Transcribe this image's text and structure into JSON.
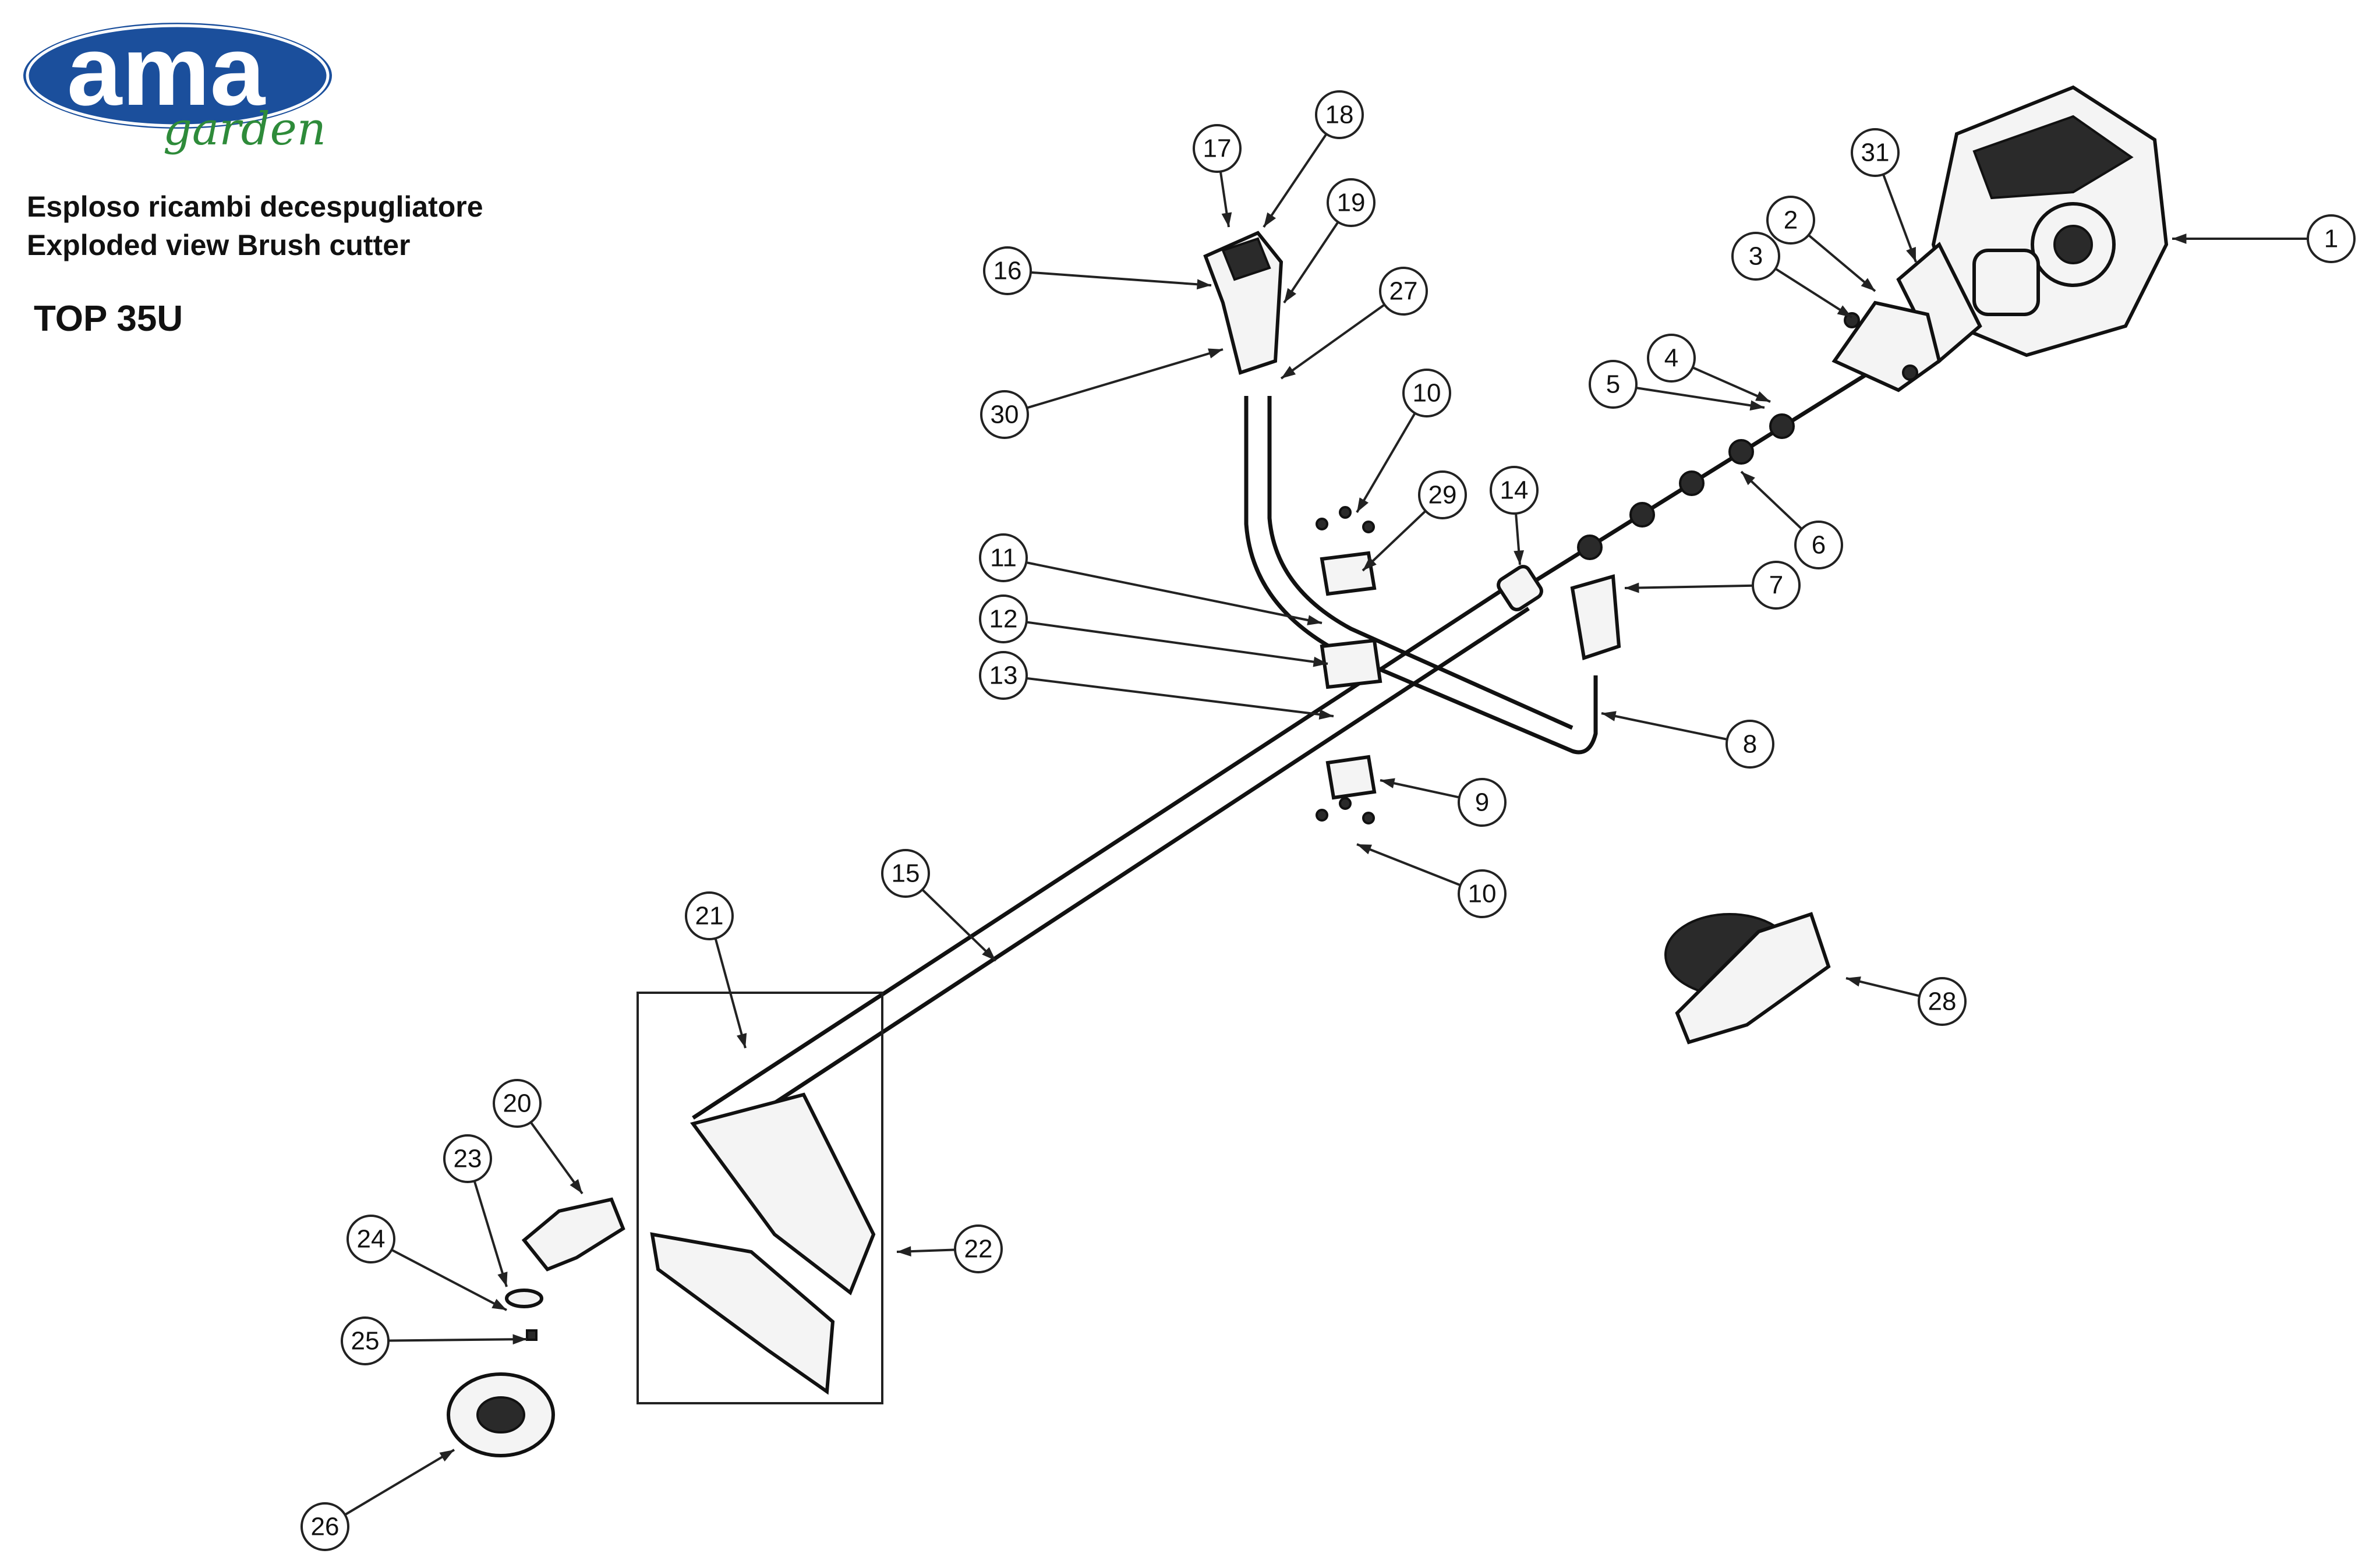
{
  "logo": {
    "brand": "ama",
    "sub": "garden",
    "colors": {
      "oval": "#1b4f9c",
      "ring": "#ffffff",
      "script": "#2e8b3a"
    }
  },
  "title": {
    "line1": "Esploso ricambi decespugliatore",
    "line2": "Exploded view Brush cutter"
  },
  "model": "TOP 35U",
  "callouts": [
    {
      "label": "1"
    },
    {
      "label": "2"
    },
    {
      "label": "3"
    },
    {
      "label": "4"
    },
    {
      "label": "5"
    },
    {
      "label": "6"
    },
    {
      "label": "7"
    },
    {
      "label": "8"
    },
    {
      "label": "9"
    },
    {
      "label": "10"
    },
    {
      "label": "10"
    },
    {
      "label": "11"
    },
    {
      "label": "12"
    },
    {
      "label": "13"
    },
    {
      "label": "14"
    },
    {
      "label": "15"
    },
    {
      "label": "16"
    },
    {
      "label": "17"
    },
    {
      "label": "18"
    },
    {
      "label": "19"
    },
    {
      "label": "20"
    },
    {
      "label": "21"
    },
    {
      "label": "22"
    },
    {
      "label": "23"
    },
    {
      "label": "24"
    },
    {
      "label": "25"
    },
    {
      "label": "26"
    },
    {
      "label": "27"
    },
    {
      "label": "28"
    },
    {
      "label": "29"
    },
    {
      "label": "30"
    },
    {
      "label": "31"
    }
  ],
  "icons": [
    "engine-icon",
    "handle-icon",
    "grip-icon",
    "clamp-icon",
    "gearbox-icon",
    "trimmer-head-icon",
    "guard-icon",
    "harness-icon"
  ]
}
